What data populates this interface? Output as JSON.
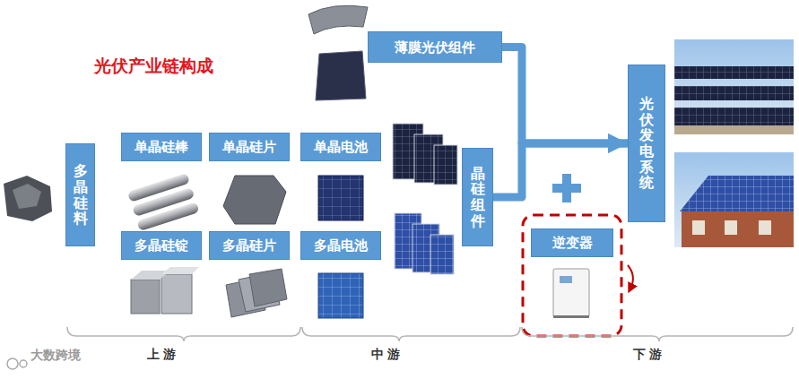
{
  "diagram": {
    "title": "光伏产业链构成",
    "nodes": [
      {
        "text": [
          "多晶硅料"
        ]
      },
      {
        "text": [
          "单晶硅棒"
        ]
      },
      {
        "text": [
          "单晶硅片"
        ]
      },
      {
        "text": [
          "多晶硅锭"
        ]
      },
      {
        "text": [
          "多晶硅片"
        ]
      },
      {
        "text": [
          "单晶电池"
        ]
      },
      {
        "text": [
          "多晶电池"
        ]
      },
      {
        "text": [
          "薄膜光伏组件"
        ]
      },
      {
        "text": [
          "晶硅组件"
        ]
      },
      {
        "text": [
          "逆变器"
        ]
      },
      {
        "text": [
          "光伏发电系统"
        ]
      }
    ],
    "edges": [
      {
        "from": 7,
        "to": 10,
        "arrow": "to"
      },
      {
        "from": 8,
        "to": 10,
        "arrow": "to"
      }
    ],
    "labels": [
      "上 游",
      "中 游",
      "下 游",
      "大数跨境"
    ]
  }
}
